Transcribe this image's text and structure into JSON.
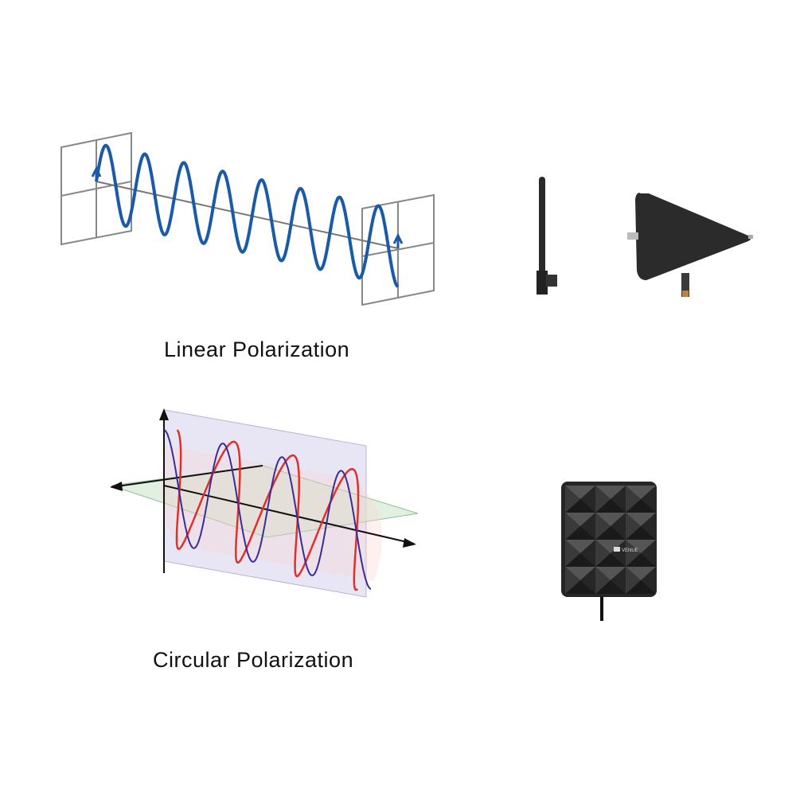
{
  "linear": {
    "caption": "Linear Polarization",
    "wave_color": "#1a5aa6"
  },
  "circular": {
    "caption": "Circular Polarization",
    "helix_color": "#e0302a",
    "wave_color": "#3a2a9a",
    "plane_color": "#7fb87f"
  },
  "products": {
    "panel_logo": "VENUE"
  }
}
